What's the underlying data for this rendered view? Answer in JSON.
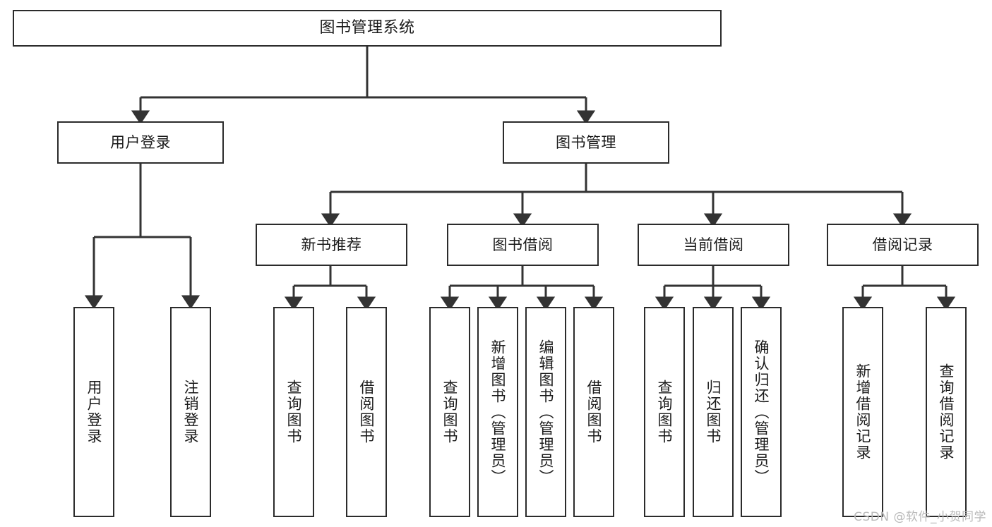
{
  "diagram": {
    "type": "tree",
    "title": "图书管理系统",
    "watermark": "CSDN @软件_小贺同学",
    "colors": {
      "box_border": "#2b2b2b",
      "box_fill": "#ffffff",
      "connector": "#333333",
      "text": "#1a1a1a",
      "watermark": "#b9b9b9"
    },
    "nodes": {
      "root": {
        "label": "图书管理系统"
      },
      "level1": [
        {
          "id": "user-login",
          "label": "用户登录"
        },
        {
          "id": "book-manage",
          "label": "图书管理"
        }
      ],
      "level2": [
        {
          "id": "new-book-recommend",
          "label": "新书推荐"
        },
        {
          "id": "book-borrow",
          "label": "图书借阅"
        },
        {
          "id": "current-borrow",
          "label": "当前借阅"
        },
        {
          "id": "borrow-record",
          "label": "借阅记录"
        }
      ],
      "leaves": {
        "user-login": [
          {
            "id": "leaf-user-login",
            "label": "用户登录"
          },
          {
            "id": "leaf-logout-login",
            "label": "注销登录"
          }
        ],
        "new-book-recommend": [
          {
            "id": "leaf-query-book-1",
            "label": "查询图书"
          },
          {
            "id": "leaf-borrow-book-1",
            "label": "借阅图书"
          }
        ],
        "book-borrow": [
          {
            "id": "leaf-query-book-2",
            "label": "查询图书"
          },
          {
            "id": "leaf-add-book",
            "label": "新增图书（管理员）"
          },
          {
            "id": "leaf-edit-book",
            "label": "编辑图书（管理员）"
          },
          {
            "id": "leaf-borrow-book-2",
            "label": "借阅图书"
          }
        ],
        "current-borrow": [
          {
            "id": "leaf-query-book-3",
            "label": "查询图书"
          },
          {
            "id": "leaf-return-book",
            "label": "归还图书"
          },
          {
            "id": "leaf-confirm-return",
            "label": "确认归还（管理员）"
          }
        ],
        "borrow-record": [
          {
            "id": "leaf-add-borrow-record",
            "label": "新增借阅记录"
          },
          {
            "id": "leaf-query-borrow-record",
            "label": "查询借阅记录"
          }
        ]
      }
    }
  }
}
